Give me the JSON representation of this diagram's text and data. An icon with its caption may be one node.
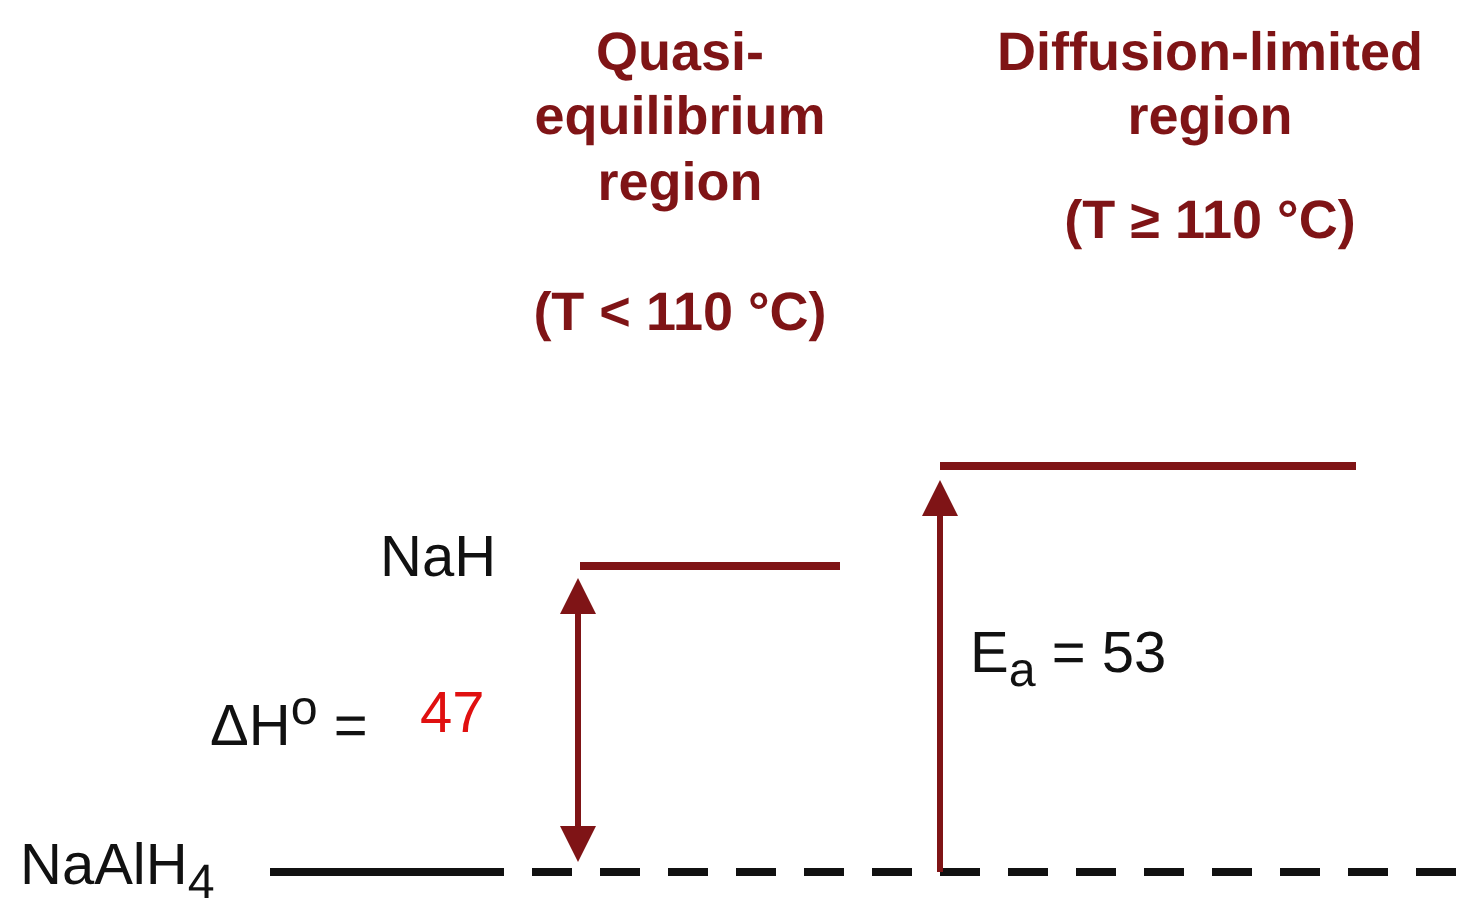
{
  "diagram": {
    "labels": [
      "Quasi-equilibrium region",
      "(T <  110 °C)",
      "Diffusion-limited region",
      "(T ≥ 110 °C)",
      "NaH",
      "ΔH$^{o}$ =",
      "47",
      "E$_{a}$ = 53",
      "NaAlH$_{4}$"
    ]
  }
}
